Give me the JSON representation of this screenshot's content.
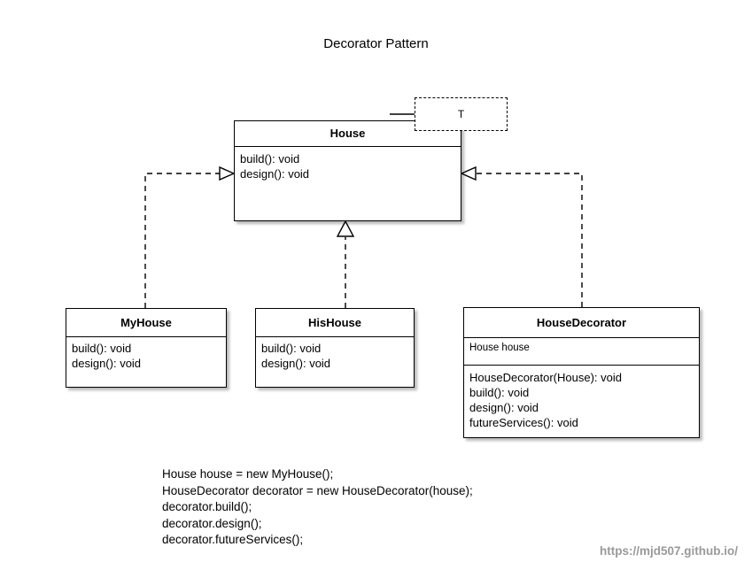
{
  "diagram": {
    "title": "Decorator Pattern",
    "watermark": "https://mjd507.github.io/"
  },
  "classes": {
    "house": {
      "name": "House",
      "template_param": "T",
      "operations": [
        "build(): void",
        "design(): void"
      ]
    },
    "myhouse": {
      "name": "MyHouse",
      "operations": [
        "build(): void",
        "design(): void"
      ]
    },
    "hishouse": {
      "name": "HisHouse",
      "operations": [
        "build(): void",
        "design(): void"
      ]
    },
    "housedecorator": {
      "name": "HouseDecorator",
      "attributes": [
        "House house"
      ],
      "operations": [
        "HouseDecorator(House): void",
        "build(): void",
        "design(): void",
        "futureServices(): void"
      ]
    }
  },
  "code": {
    "lines": [
      "House house = new MyHouse();",
      "HouseDecorator decorator = new HouseDecorator(house);",
      "decorator.build();",
      "decorator.design();",
      "decorator.futureServices();"
    ]
  },
  "relationships": [
    {
      "id": "myhouse-implements-house",
      "from": "MyHouse",
      "to": "House",
      "type": "realization"
    },
    {
      "id": "hishouse-implements-house",
      "from": "HisHouse",
      "to": "House",
      "type": "realization"
    },
    {
      "id": "housedecorator-implements-house",
      "from": "HouseDecorator",
      "to": "House",
      "type": "realization"
    }
  ],
  "colors": {
    "line": "#000000",
    "box_fill": "#ffffff",
    "background": "#ffffff",
    "watermark": "#9a9a9a"
  }
}
